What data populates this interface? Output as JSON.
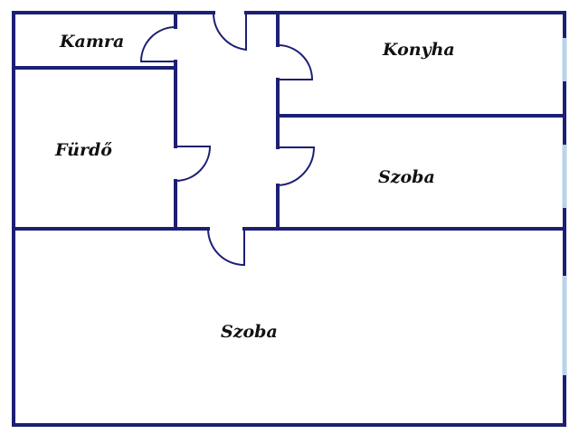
{
  "rooms": {
    "kamra": "Kamra",
    "konyha": "Konyha",
    "furdo": "Fürdő",
    "szoba_small": "Szoba",
    "szoba_large": "Szoba"
  },
  "colors": {
    "wall": "#1c1f73",
    "window": "#b9d3ea",
    "door": "#1c1f73",
    "background": "#ffffff",
    "text": "#111111"
  }
}
